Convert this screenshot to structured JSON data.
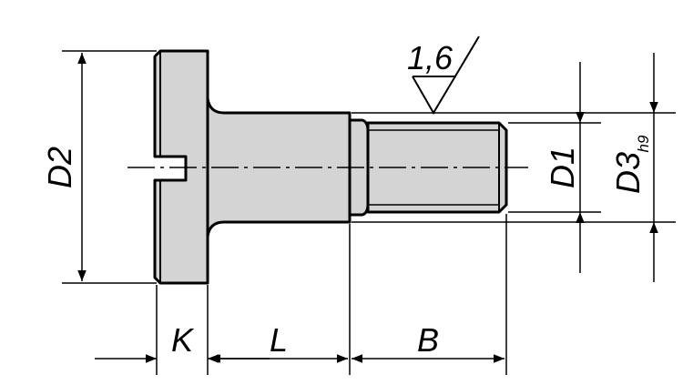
{
  "labels": {
    "d2": "D2",
    "k": "K",
    "l": "L",
    "b": "B",
    "d1": "D1",
    "d3": "D3",
    "d3_sub": "h9",
    "roughness": "1,6"
  },
  "colors": {
    "part_fill": "#d4d4d4",
    "line": "#000000",
    "background": "#ffffff"
  }
}
